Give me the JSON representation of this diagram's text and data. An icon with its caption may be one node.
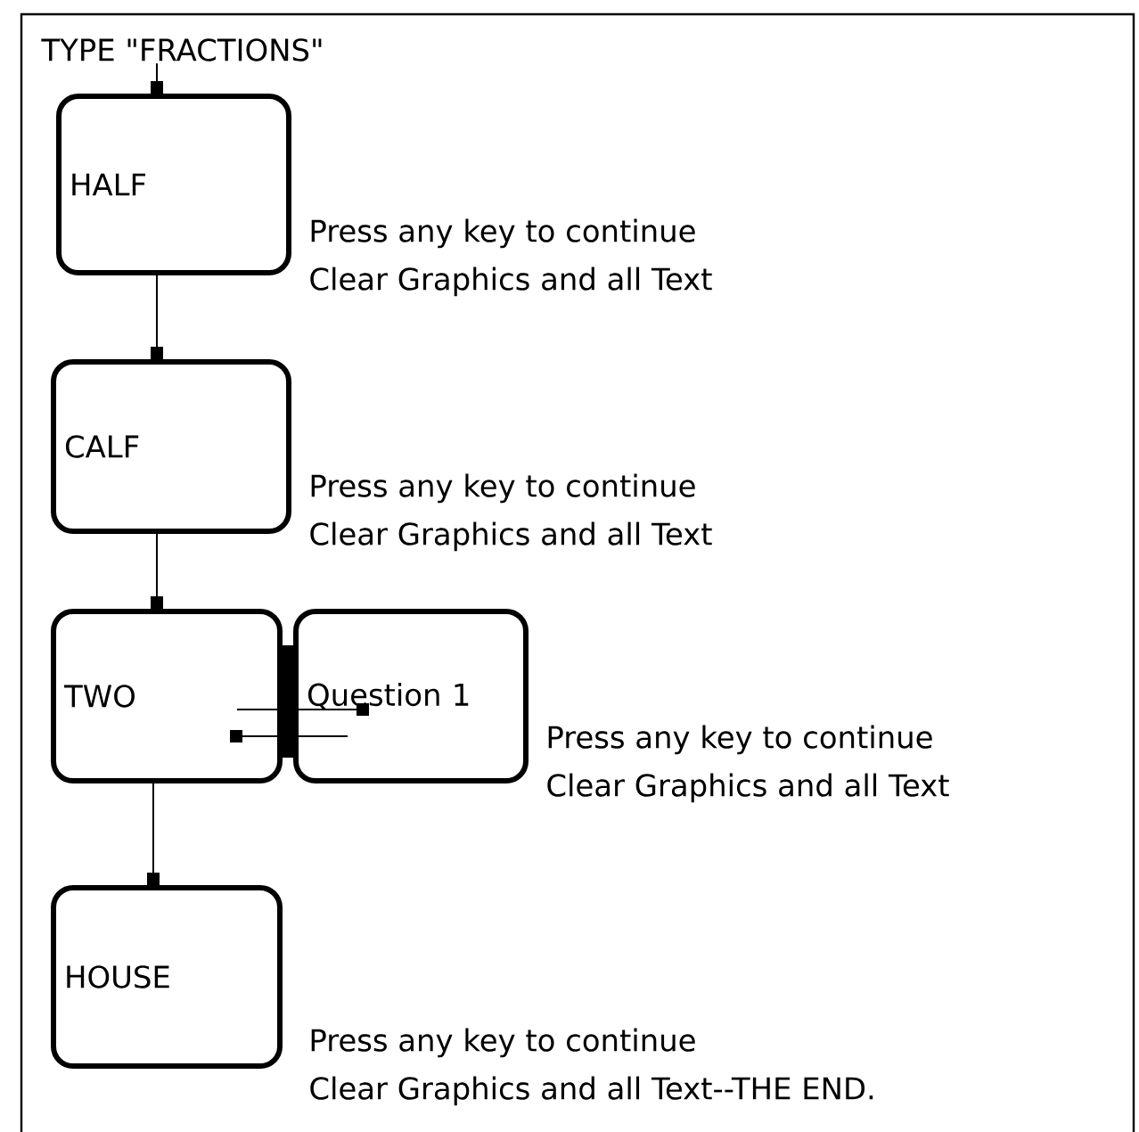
{
  "diagram": {
    "nodes": [
      {
        "text": [
          "TYPE \"FRACTIONS\""
        ]
      },
      {
        "text": [
          "HALF"
        ],
        "beside": [
          "Press any key to continue",
          "Clear Graphics and all Text"
        ]
      },
      {
        "text": [
          "CALF"
        ],
        "beside": [
          "Press any key to continue",
          "Clear Graphics and all Text"
        ]
      },
      {
        "text": [
          "TWO"
        ]
      },
      {
        "text": [
          "Question 1"
        ],
        "beside": [
          "Press any key to continue",
          "Clear Graphics and all Text"
        ]
      },
      {
        "text": [
          "HOUSE"
        ],
        "beside": [
          "Press any key to continue",
          "Clear Graphics and all Text--THE END."
        ]
      }
    ],
    "edges": [
      {
        "from": 0,
        "to": 1,
        "arrow": "other"
      },
      {
        "from": 1,
        "to": 2,
        "arrow": "other"
      },
      {
        "from": 2,
        "to": 3,
        "arrow": "other"
      },
      {
        "from": 3,
        "to": 4,
        "arrow": "other"
      },
      {
        "from": 4,
        "to": 3,
        "arrow": "other"
      },
      {
        "from": 3,
        "to": 5,
        "arrow": "other"
      }
    ]
  }
}
